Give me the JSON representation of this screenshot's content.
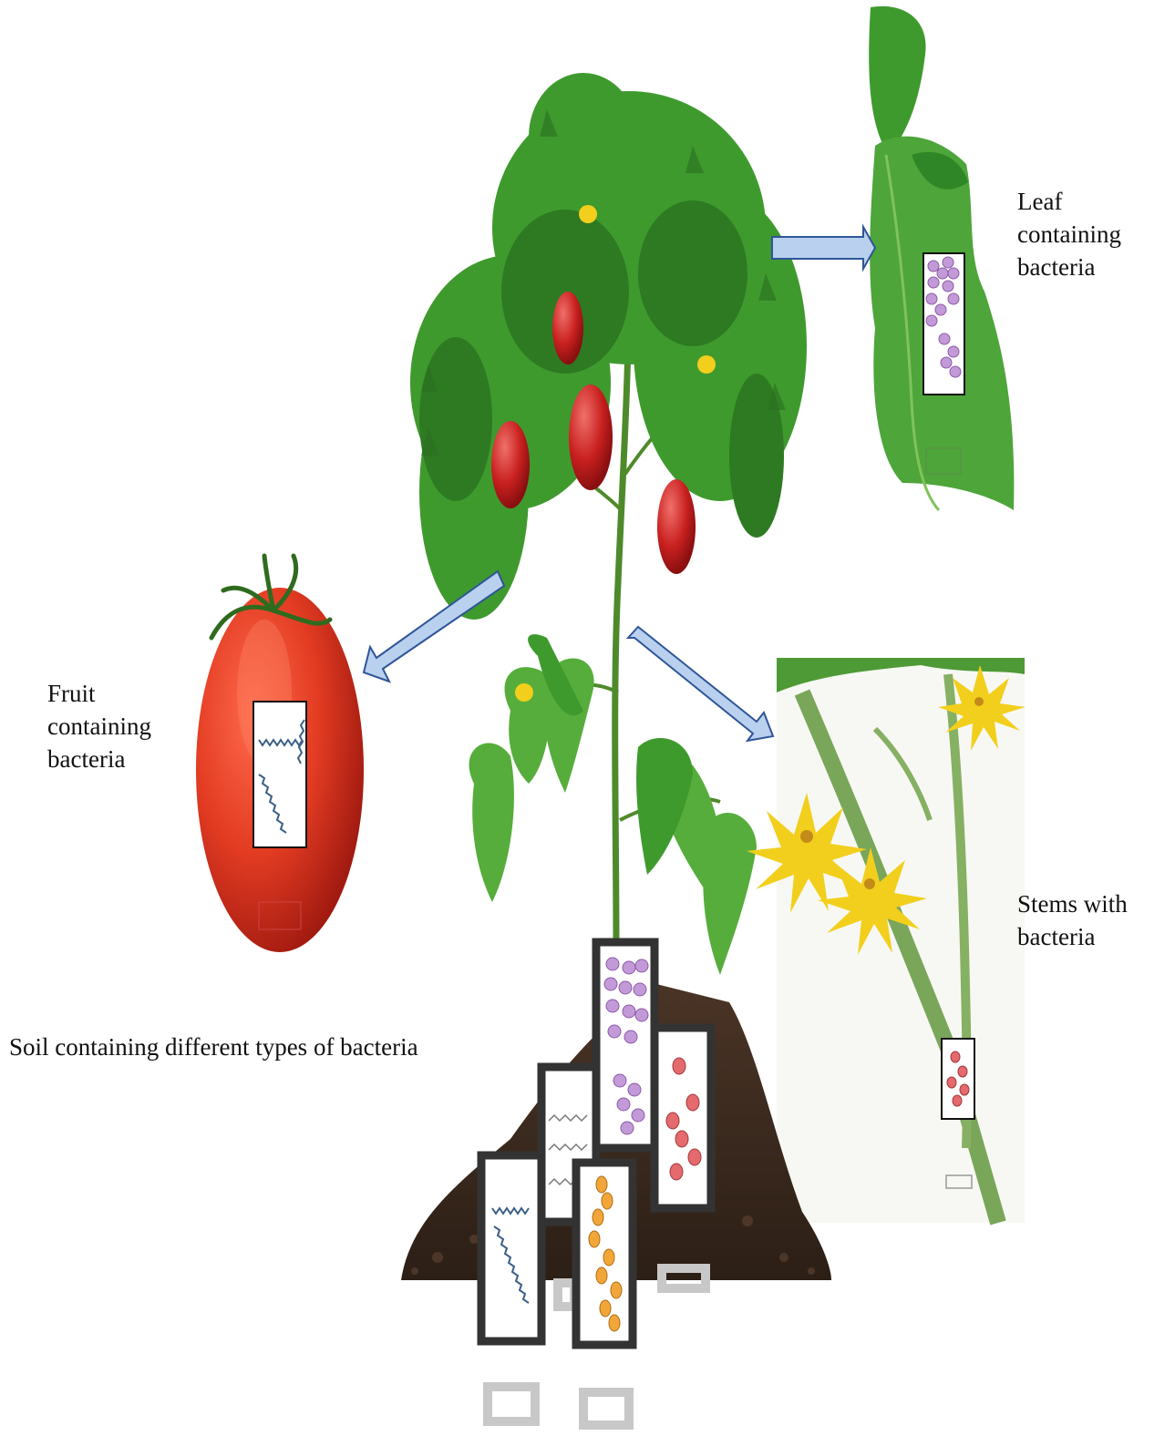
{
  "labels": {
    "leaf": [
      "Leaf",
      "containing",
      "bacteria"
    ],
    "fruit": [
      "Fruit",
      "containing",
      "bacteria"
    ],
    "stems": [
      "Stems with",
      "bacteria"
    ],
    "soil": "Soil containing different types of bacteria"
  },
  "colors": {
    "leaf_green": "#3f9a2e",
    "dark_green": "#2d7a22",
    "tomato_red": "#d8301c",
    "soil_brown": "#3b2a1f",
    "arrow_fill": "#b9d1ee",
    "arrow_stroke": "#2f5597",
    "flower_yellow": "#f2cf1c",
    "purple_bacteria": "#c39ad8",
    "pink_bacteria": "#e46a6e",
    "orange_bacteria": "#f2a63a",
    "spiral_blue": "#3b5f86"
  },
  "icons": [
    "arrow-right-icon",
    "arrow-down-left-icon",
    "arrow-down-right-icon"
  ]
}
